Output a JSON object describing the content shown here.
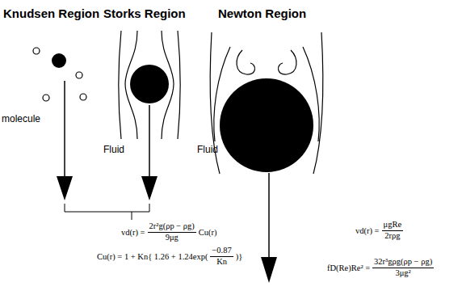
{
  "diagram": {
    "labels": [
      "Knudsen Region",
      "Storks Region",
      "Newton Region",
      "molecule",
      "Fluid",
      "Fluid",
      "vd(r) =",
      "2r²g(ρp − ρg)",
      "9μg",
      "Cu(r)",
      "Cu(r) = 1 + Kn{ 1.26 + 1.24exp(",
      "−0.87",
      "Kn",
      ")}",
      "vd(r) =",
      "μgRe",
      "2rρg",
      "fD(Re)Re² =",
      "32r³gρg(ρp − ρg)",
      "3μg²"
    ]
  }
}
